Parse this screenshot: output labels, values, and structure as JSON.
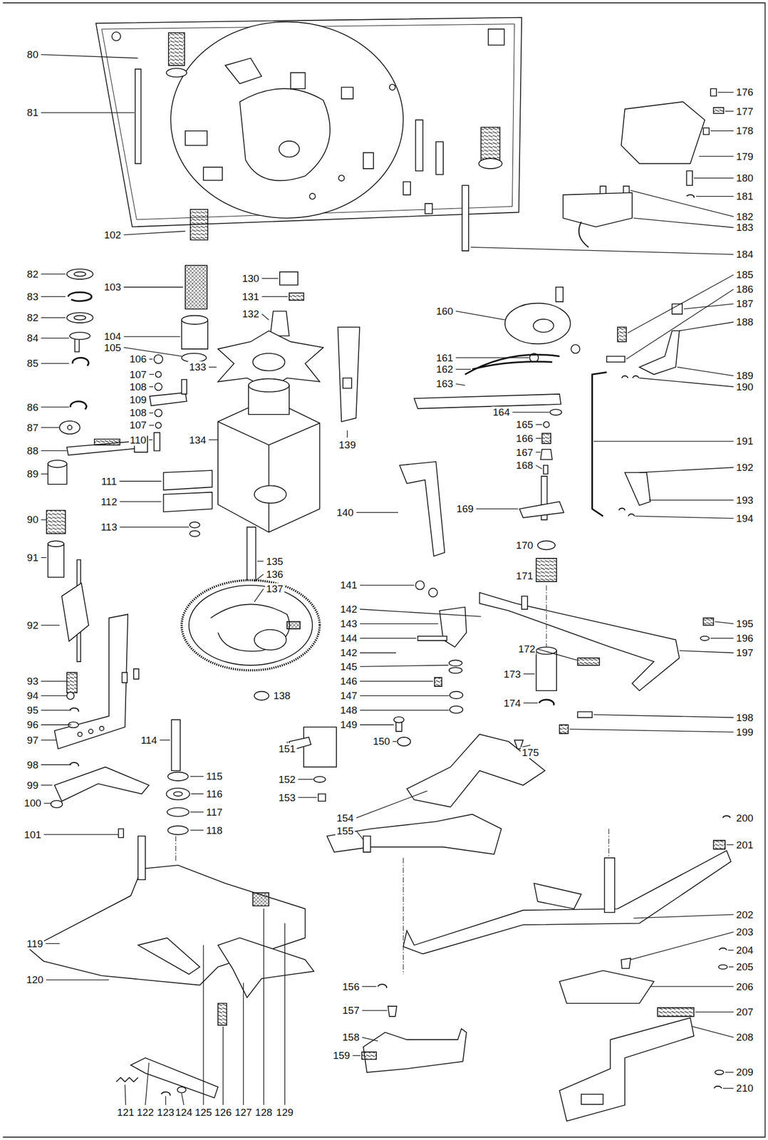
{
  "diagram": {
    "labels": [
      "80",
      "81",
      "102",
      "82",
      "83",
      "82",
      "84",
      "85",
      "86",
      "87",
      "88",
      "89",
      "90",
      "91",
      "92",
      "93",
      "94",
      "95",
      "96",
      "97",
      "98",
      "99",
      "100",
      "101",
      "103",
      "104",
      "105",
      "106",
      "107",
      "108",
      "109",
      "108",
      "107",
      "110",
      "111",
      "112",
      "113",
      "130",
      "131",
      "132",
      "133",
      "134",
      "135",
      "136",
      "137",
      "138",
      "114",
      "115",
      "116",
      "117",
      "118",
      "119",
      "120",
      "121",
      "122",
      "123",
      "124",
      "125",
      "126",
      "127",
      "128",
      "129",
      "139",
      "140",
      "141",
      "142",
      "143",
      "144",
      "142",
      "145",
      "146",
      "147",
      "148",
      "149",
      "150",
      "151",
      "152",
      "153",
      "154",
      "155",
      "156",
      "157",
      "158",
      "159",
      "160",
      "161",
      "162",
      "163",
      "164",
      "165",
      "166",
      "167",
      "168",
      "169",
      "170",
      "171",
      "172",
      "173",
      "174",
      "175",
      "176",
      "177",
      "178",
      "179",
      "180",
      "181",
      "182",
      "183",
      "184",
      "185",
      "186",
      "187",
      "188",
      "189",
      "190",
      "191",
      "192",
      "193",
      "194",
      "195",
      "196",
      "197",
      "198",
      "199",
      "200",
      "201",
      "202",
      "203",
      "204",
      "205",
      "206",
      "207",
      "208",
      "209",
      "210"
    ]
  }
}
